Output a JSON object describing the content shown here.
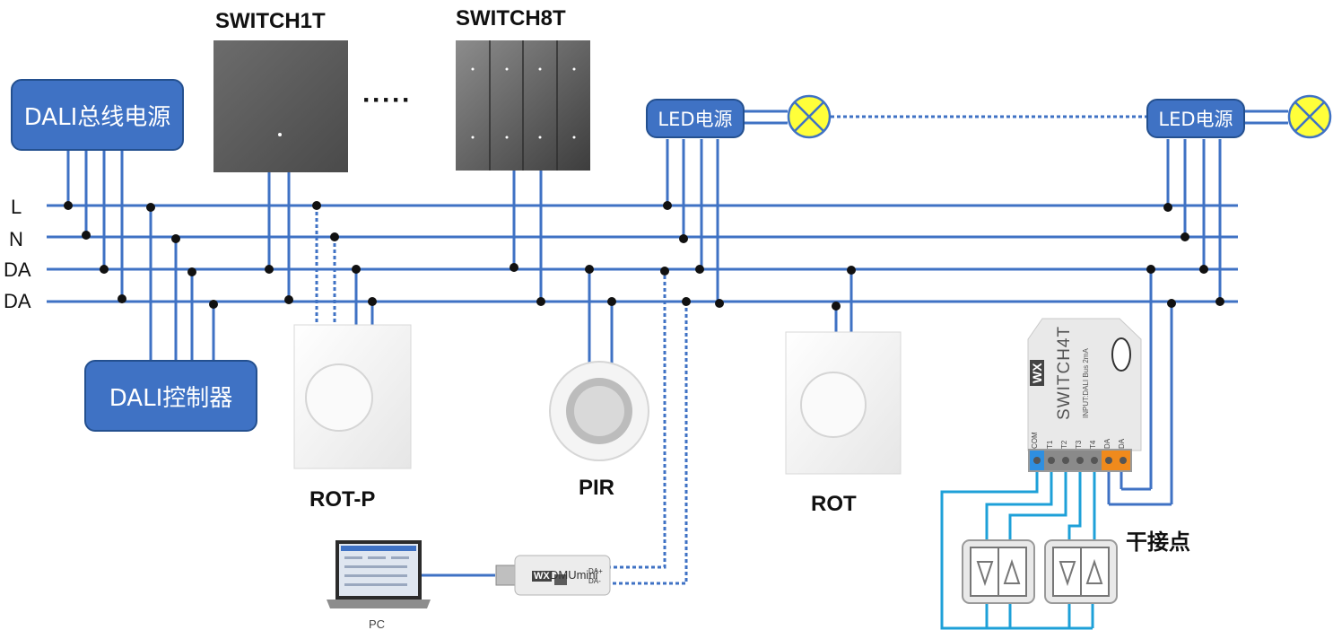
{
  "bus_labels": [
    "L",
    "N",
    "DA",
    "DA"
  ],
  "power_supply": {
    "label": "DALI总线电源"
  },
  "controller": {
    "label": "DALI控制器"
  },
  "switch1t": {
    "label": "SWITCH1T"
  },
  "switch8t": {
    "label": "SWITCH8T"
  },
  "ellipsis": "·····",
  "led_driver_1": {
    "label": "LED电源"
  },
  "led_driver_2": {
    "label": "LED电源"
  },
  "rot_p": {
    "label": "ROT-P"
  },
  "pir": {
    "label": "PIR"
  },
  "rot": {
    "label": "ROT"
  },
  "pc": {
    "label": "PC"
  },
  "dmu": {
    "brand": "WX",
    "model": "DMUmini",
    "terminal_1": "DA+",
    "terminal_2": "DA-"
  },
  "switch4t": {
    "brand": "WX",
    "model": "SWITCH4T",
    "input_text": "INPUT:DALI Bus  2mA",
    "terminals": [
      "COM",
      "T1",
      "T2",
      "T3",
      "T4",
      "DA",
      "DA"
    ]
  },
  "dry_contact": {
    "label": "干接点"
  },
  "colors": {
    "bus_line": "#3f72c4",
    "box_fill": "#3f72c4",
    "lamp_fill": "#ffff3a",
    "dry_contact_wire": "#1ea0d8",
    "terminal_blue": "#2f8fe0",
    "terminal_grey": "#8a8a8a",
    "terminal_orange": "#f08a1c"
  }
}
